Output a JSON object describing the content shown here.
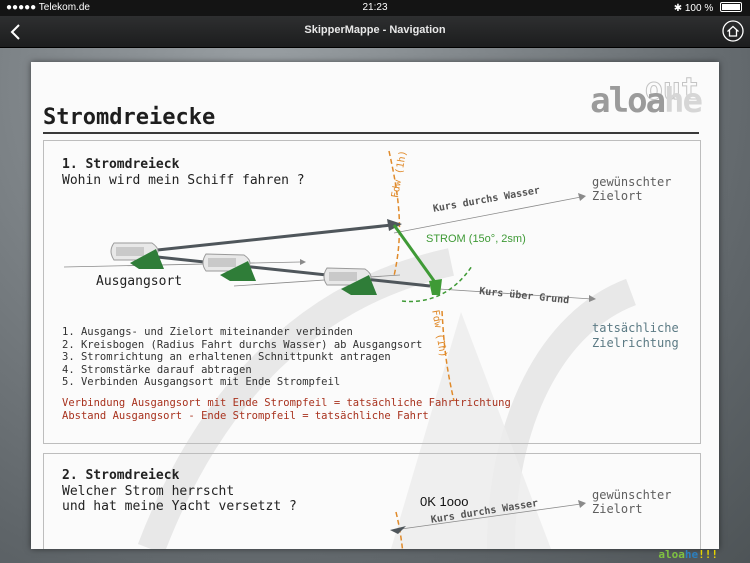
{
  "status_bar": {
    "carrier": "●●●●● Telekom.de",
    "time": "21:23",
    "battery": "100 %"
  },
  "nav": {
    "title": "SkipperMappe - Navigation",
    "back_icon": "chevron-left-icon",
    "home_icon": "home-icon"
  },
  "page": {
    "title": "Stromdreiecke",
    "logo_a": "aloa",
    "logo_b": "he",
    "logo_ghost": "out"
  },
  "section1": {
    "title": "1. Stromdreieck",
    "subtitle": "Wohin wird mein Schiff fahren ?",
    "start_label": "Ausgangsort",
    "target_label_1": "gewünschter",
    "target_label_2": "Zielort",
    "course_water": "Kurs durchs Wasser",
    "current": "STROM (15o°, 2sm)",
    "course_ground": "Kurs über Grund",
    "actual_label_1": "tatsächliche",
    "actual_label_2": "Zielrichtung",
    "fdw_1": "Fdw (1h)",
    "fdw_2": "Fdw (1h)",
    "steps": [
      "1. Ausgangs- und Zielort miteinander verbinden",
      "2. Kreisbogen (Radius Fahrt durchs Wasser) ab Ausgangsort",
      "3. Stromrichtung an erhaltenen Schnittpunkt antragen",
      "4. Stromstärke darauf abtragen",
      "5. Verbinden Ausgangsort mit Ende Strompfeil"
    ],
    "notes": [
      "Verbindung Ausgangsort mit Ende Strompfeil = tatsächliche Fahrtrichtung",
      "Abstand Ausgangsort - Ende Strompfeil = tatsächliche Fahrt"
    ]
  },
  "section2": {
    "title": "2. Stromdreieck",
    "subtitle_1": "Welcher Strom herrscht",
    "subtitle_2": "und hat meine Yacht versetzt ?",
    "time_label": "0K 1ooo",
    "target_label_1": "gewünschter",
    "target_label_2": "Zielort",
    "course_water": "Kurs durchs Wasser"
  },
  "footer": {
    "logo_a": "aloa",
    "logo_b": "he",
    "logo_c": "!!!"
  },
  "colors": {
    "accent_green": "#3f9a36",
    "course_gray": "#4f565b",
    "orange_dashed": "#e08a2a",
    "note_red": "#a8321e"
  }
}
